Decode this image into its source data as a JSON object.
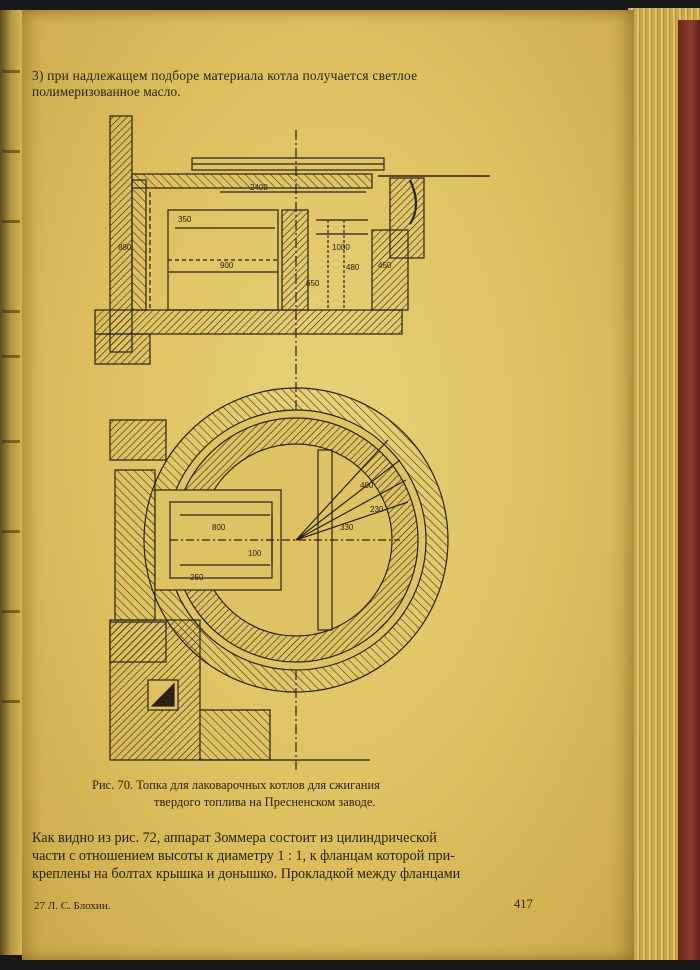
{
  "text": {
    "top_lines": [
      "3) при надлежащем подборе материала котла получается светлое",
      "полимеризованное масло."
    ],
    "caption": [
      "Рис. 70. Топка для лаковарочных котлов для сжигания",
      "твердого топлива на Пресненском заводе."
    ],
    "body_lines": [
      "Как видно из рис. 72, аппарат Зоммера состоит из цилиндрической",
      "части с отношением высоты к диаметру 1 : 1, к фланцам которой при-",
      "креплены на болтах крышка и донышко. Прокладкой между фланцами"
    ],
    "footer_left": "27  Л. С. Блохин.",
    "page_number": "417"
  },
  "drawing": {
    "dimensions_top": [
      "2400",
      "350",
      "900",
      "1000",
      "480",
      "650",
      "880",
      "450"
    ],
    "dimensions_bottom": [
      "800",
      "100",
      "330",
      "400",
      "250",
      "230"
    ]
  },
  "colors": {
    "paper": "#ddbf5e",
    "ink": "#2a2218"
  }
}
